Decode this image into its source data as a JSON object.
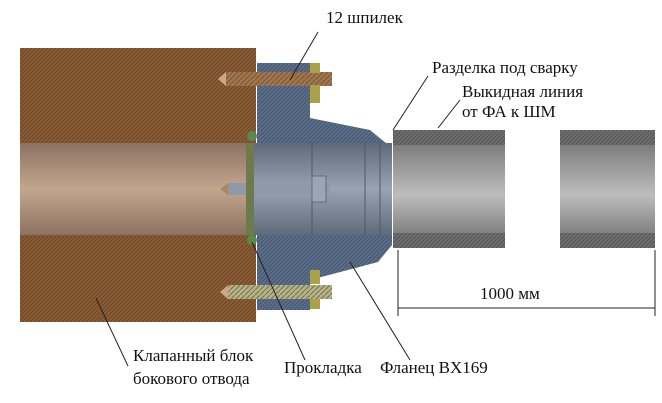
{
  "labels": {
    "studs": "12 шпилек",
    "weld_bevel": "Разделка под сварку",
    "flowline_1": "Выкидная линия",
    "flowline_2": "от ФА к ШМ",
    "valve_block_1": "Клапанный блок",
    "valve_block_2": "бокового отвода",
    "gasket": "Прокладка",
    "flange": "Фланец BX169",
    "dimension": "1000 мм"
  },
  "colors": {
    "block": "#8a5c35",
    "bore": "#b8957a",
    "flange": "#5a6e8a",
    "pipe": "#7a7a7a",
    "stud": "#a07650",
    "gasket": "#5a8a4a"
  }
}
